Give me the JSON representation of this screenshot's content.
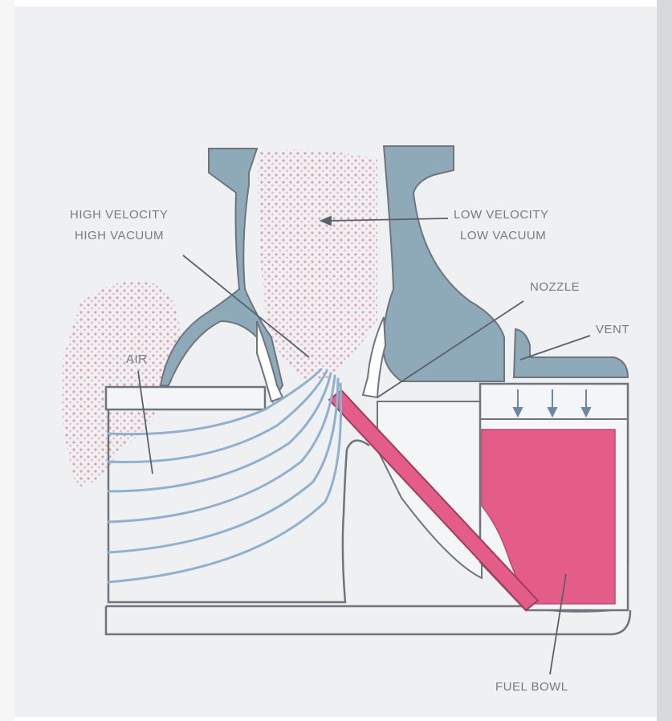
{
  "labels": {
    "high_velocity_1": "HIGH VELOCITY",
    "high_velocity_2": "HIGH VACUUM",
    "low_velocity_1": "LOW VELOCITY",
    "low_velocity_2": "LOW VACUUM",
    "nozzle": "NOZZLE",
    "vent": "VENT",
    "fuel_bowl": "FUEL BOWL",
    "air": "AIR"
  },
  "colors": {
    "body_blue": "#8eaab8",
    "fuel_pink": "#e35d88",
    "airflow_blue": "#8fb0cf",
    "mist_pink": "#e3a8b7",
    "outline": "#6e757d"
  }
}
